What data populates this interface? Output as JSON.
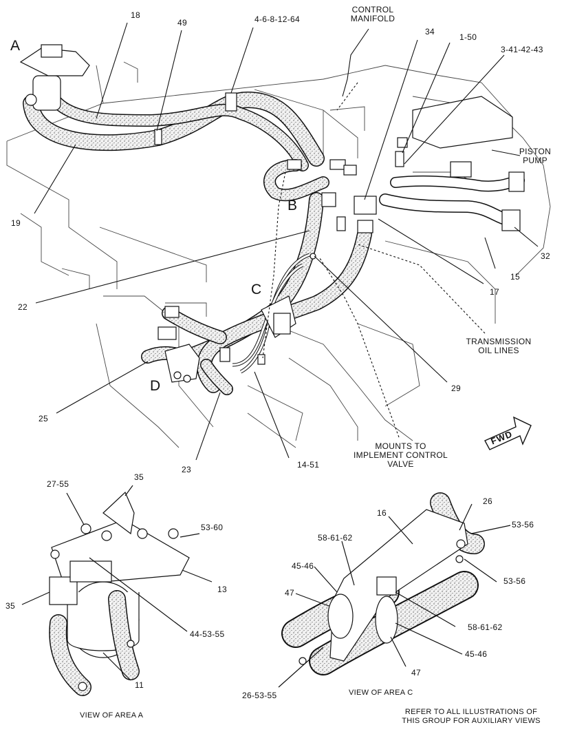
{
  "area_letters": {
    "a": "A",
    "b": "B",
    "c": "C",
    "d": "D"
  },
  "callouts": {
    "c18": "18",
    "c49": "49",
    "c4_6_8_12_64": "4-6-8-12-64",
    "control_manifold": "CONTROL\nMANIFOLD",
    "c34": "34",
    "c1_50": "1-50",
    "c3_41_42_43": "3-41-42-43",
    "piston_pump": "PISTON\nPUMP",
    "c32": "32",
    "c15": "15",
    "c17": "17",
    "c19": "19",
    "c22": "22",
    "transmission_oil_lines": "TRANSMISSION\nOIL LINES",
    "c29": "29",
    "c25": "25",
    "c23": "23",
    "c14_51": "14-51",
    "mounts_to": "MOUNTS TO\nIMPLEMENT CONTROL\nVALVE",
    "fwd": "FWD",
    "a_27_55": "27-55",
    "a_35_top": "35",
    "a_53_60": "53-60",
    "a_13": "13",
    "a_35_left": "35",
    "a_44_53_55": "44-53-55",
    "a_11": "11",
    "c_26": "26",
    "c_16": "16",
    "c_53_56_a": "53-56",
    "c_58_61_62_a": "58-61-62",
    "c_45_46_a": "45-46",
    "c_53_56_b": "53-56",
    "c_47_a": "47",
    "c_58_61_62_b": "58-61-62",
    "c_45_46_b": "45-46",
    "c_47_b": "47",
    "c_26_53_55": "26-53-55"
  },
  "captions": {
    "view_a": "VIEW OF AREA  A",
    "view_c": "VIEW OF AREA  C",
    "refer": "REFER TO ALL ILLUSTRATIONS OF\nTHIS GROUP FOR AUXILIARY VIEWS"
  },
  "colors": {
    "line": "#111111",
    "hose_fill": "#e6e6e6"
  }
}
